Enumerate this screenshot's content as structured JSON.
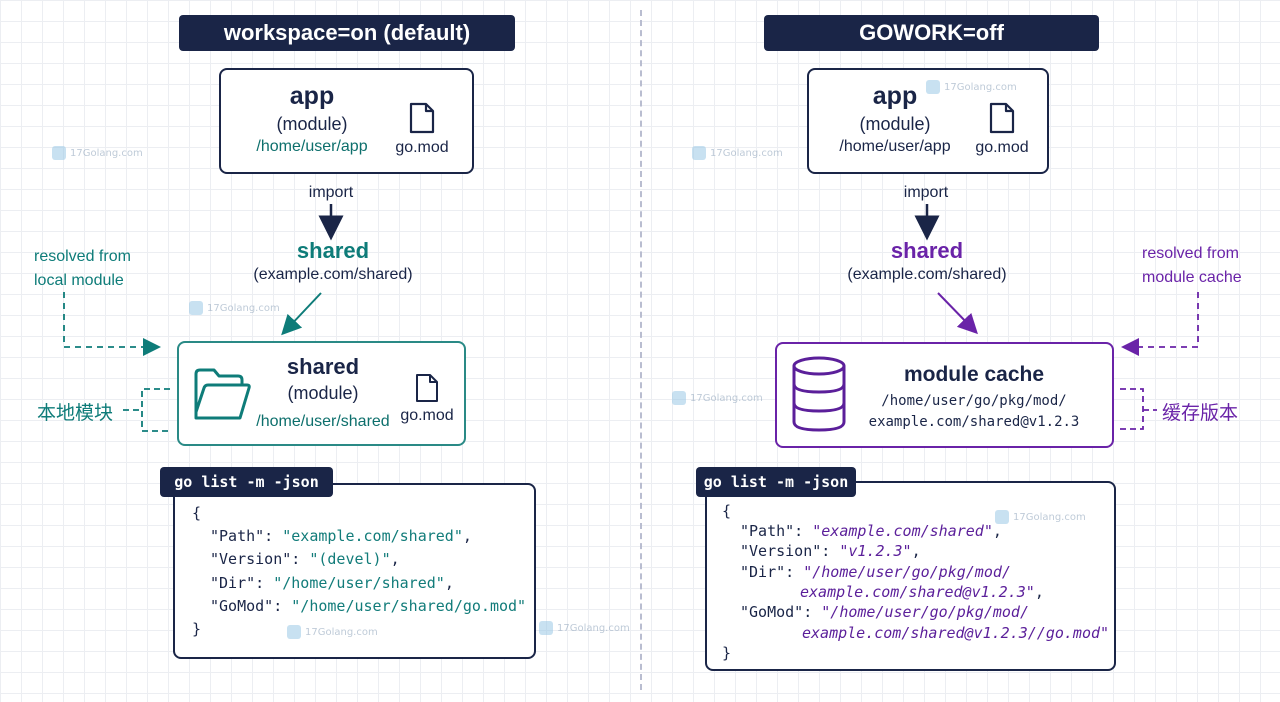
{
  "left": {
    "banner": "workspace=on (default)",
    "app": {
      "title": "app",
      "sub": "(module)",
      "path": "/home/user/app",
      "gomod": "go.mod"
    },
    "import_label": "import",
    "shared": {
      "title": "shared",
      "sub": "(example.com/shared)"
    },
    "resolved": [
      "resolved from",
      "local module"
    ],
    "local_box": {
      "title": "shared",
      "sub": "(module)",
      "path": "/home/user/shared",
      "gomod": "go.mod"
    },
    "side_label": "本地模块",
    "code_tab": "go list -m -json",
    "code": {
      "open": "{",
      "l1_key": "\"Path\": ",
      "l1_val": "\"example.com/shared\"",
      "l1_end": ",",
      "l2_key": "\"Version\": ",
      "l2_val": "\"(devel)\"",
      "l2_end": ",",
      "l3_key": "\"Dir\": ",
      "l3_val": "\"/home/user/shared\"",
      "l3_end": ",",
      "l4_key": "\"GoMod\": ",
      "l4_val": "\"/home/user/shared/go.mod\"",
      "close": "}"
    }
  },
  "right": {
    "banner": "GOWORK=off",
    "app": {
      "title": "app",
      "sub": "(module)",
      "path": "/home/user/app",
      "gomod": "go.mod"
    },
    "import_label": "import",
    "shared": {
      "title": "shared",
      "sub": "(example.com/shared)"
    },
    "resolved": [
      "resolved from",
      "module cache"
    ],
    "cache_box": {
      "title": "module cache",
      "path1": "/home/user/go/pkg/mod/",
      "path2": "example.com/shared@v1.2.3"
    },
    "side_label": "缓存版本",
    "code_tab": "go list -m -json",
    "code": {
      "open": "{",
      "l1_key": "\"Path\": ",
      "l1_val": "\"example.com/shared\"",
      "l1_end": ",",
      "l2_key": "\"Version\": ",
      "l2_val": "\"v1.2.3\"",
      "l2_end": ",",
      "l3_key": "\"Dir\": ",
      "l3_val": "\"/home/user/go/pkg/mod/",
      "l3_val2": "example.com/shared@v1.2.3\"",
      "l3_end": ",",
      "l4_key": "\"GoMod\": ",
      "l4_val": "\"/home/user/go/pkg/mod/",
      "l4_val2": "example.com/shared@v1.2.3//go.mod\"",
      "close": "}"
    }
  },
  "watermark": "17Golang.com",
  "colors": {
    "navy": "#1a2547",
    "teal": "#0e7c79",
    "purple": "#6a23a8"
  },
  "icons": [
    "file-icon",
    "folder-icon",
    "database-icon",
    "arrow-down-icon"
  ]
}
